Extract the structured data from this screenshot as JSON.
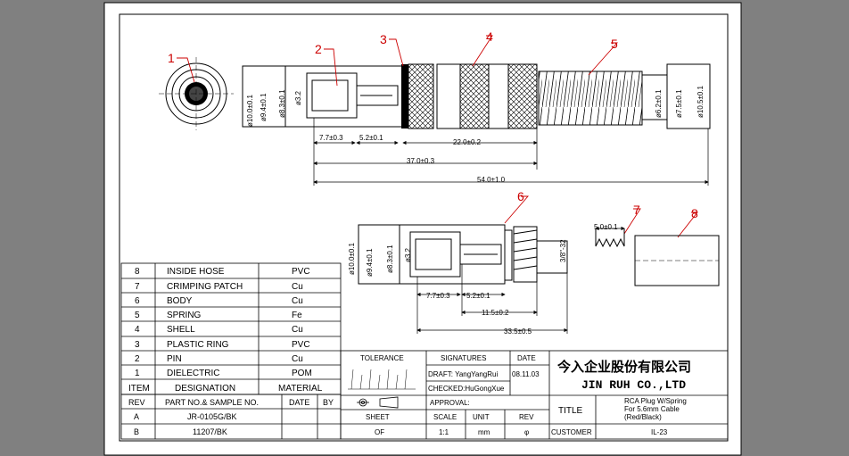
{
  "balloons": {
    "b1": "1",
    "b2": "2",
    "b3": "3",
    "b4": "4",
    "b5": "5",
    "b6": "6",
    "b7": "7",
    "b8": "8"
  },
  "dims": {
    "main_d10": "ø10.0±0.1",
    "main_d94": "ø9.4±0.1",
    "main_d83": "ø8.3±0.1",
    "main_d32": "ø3.2",
    "main_d62": "ø6.2±0.1",
    "main_d75": "ø7.5±0.1",
    "main_d105": "ø10.5±0.1",
    "l77": "7.7±0.3",
    "l52": "5.2±0.1",
    "l22": "22.0±0.2",
    "l37": "37.0±0.3",
    "l54": "54.0±1.0",
    "sub_d10": "ø10.0±0.1",
    "sub_d94": "ø9.4±0.1",
    "sub_d83": "ø8.3±0.1",
    "sub_d32": "ø3.2",
    "sub_thread": "3/8\"-32",
    "sub_l77": "7.7±0.3",
    "sub_l52": "5.2±0.1",
    "sub_l115": "11.5±0.2",
    "sub_l335": "33.5±0.5",
    "spring_l5": "5.0±0.1"
  },
  "bom": {
    "rows": [
      {
        "item": "8",
        "designation": "INSIDE HOSE",
        "material": "PVC"
      },
      {
        "item": "7",
        "designation": "CRIMPING PATCH",
        "material": "Cu"
      },
      {
        "item": "6",
        "designation": "BODY",
        "material": "Cu"
      },
      {
        "item": "5",
        "designation": "SPRING",
        "material": "Fe"
      },
      {
        "item": "4",
        "designation": "SHELL",
        "material": "Cu"
      },
      {
        "item": "3",
        "designation": "PLASTIC RING",
        "material": "PVC"
      },
      {
        "item": "2",
        "designation": "PIN",
        "material": "Cu"
      },
      {
        "item": "1",
        "designation": "DIELECTRIC",
        "material": "POM"
      }
    ],
    "header": {
      "item": "ITEM",
      "designation": "DESIGNATION",
      "material": "MATERIAL"
    }
  },
  "rev": {
    "header": {
      "rev": "REV",
      "part": "PART NO.& SAMPLE NO.",
      "date": "DATE",
      "by": "BY"
    },
    "rows": [
      {
        "rev": "A",
        "part": "JR-0105G/BK"
      },
      {
        "rev": "B",
        "part": "11207/BK"
      }
    ]
  },
  "title_block": {
    "tolerance": "TOLERANCE",
    "signatures": "SIGNATURES",
    "date_label": "DATE",
    "draft": "DRAFT: YangYangRui",
    "draft_date": "08.11.03",
    "checked": "CHECKED:HuGongXue",
    "approval": "APPROVAL:",
    "company_cn": "今入企业股份有限公司",
    "company_en": "JIN  RUH  CO.,LTD",
    "sheet": "SHEET",
    "sheet_val": "OF",
    "scale": "SCALE",
    "scale_val": "1:1",
    "unit": "UNIT",
    "unit_val": "mm",
    "rev": "REV",
    "rev_val": "φ",
    "title": "TITLE",
    "title_line1": "RCA Plug W/Spring",
    "title_line2": "For 5.6mm Cable",
    "title_line3": "(Red/Black)",
    "customer": "CUSTOMER",
    "customer_val": "IL-23"
  },
  "colors": {
    "outer_bg": "#808080",
    "paper": "#ffffff",
    "balloon": "#cc0000",
    "line": "#000000"
  }
}
